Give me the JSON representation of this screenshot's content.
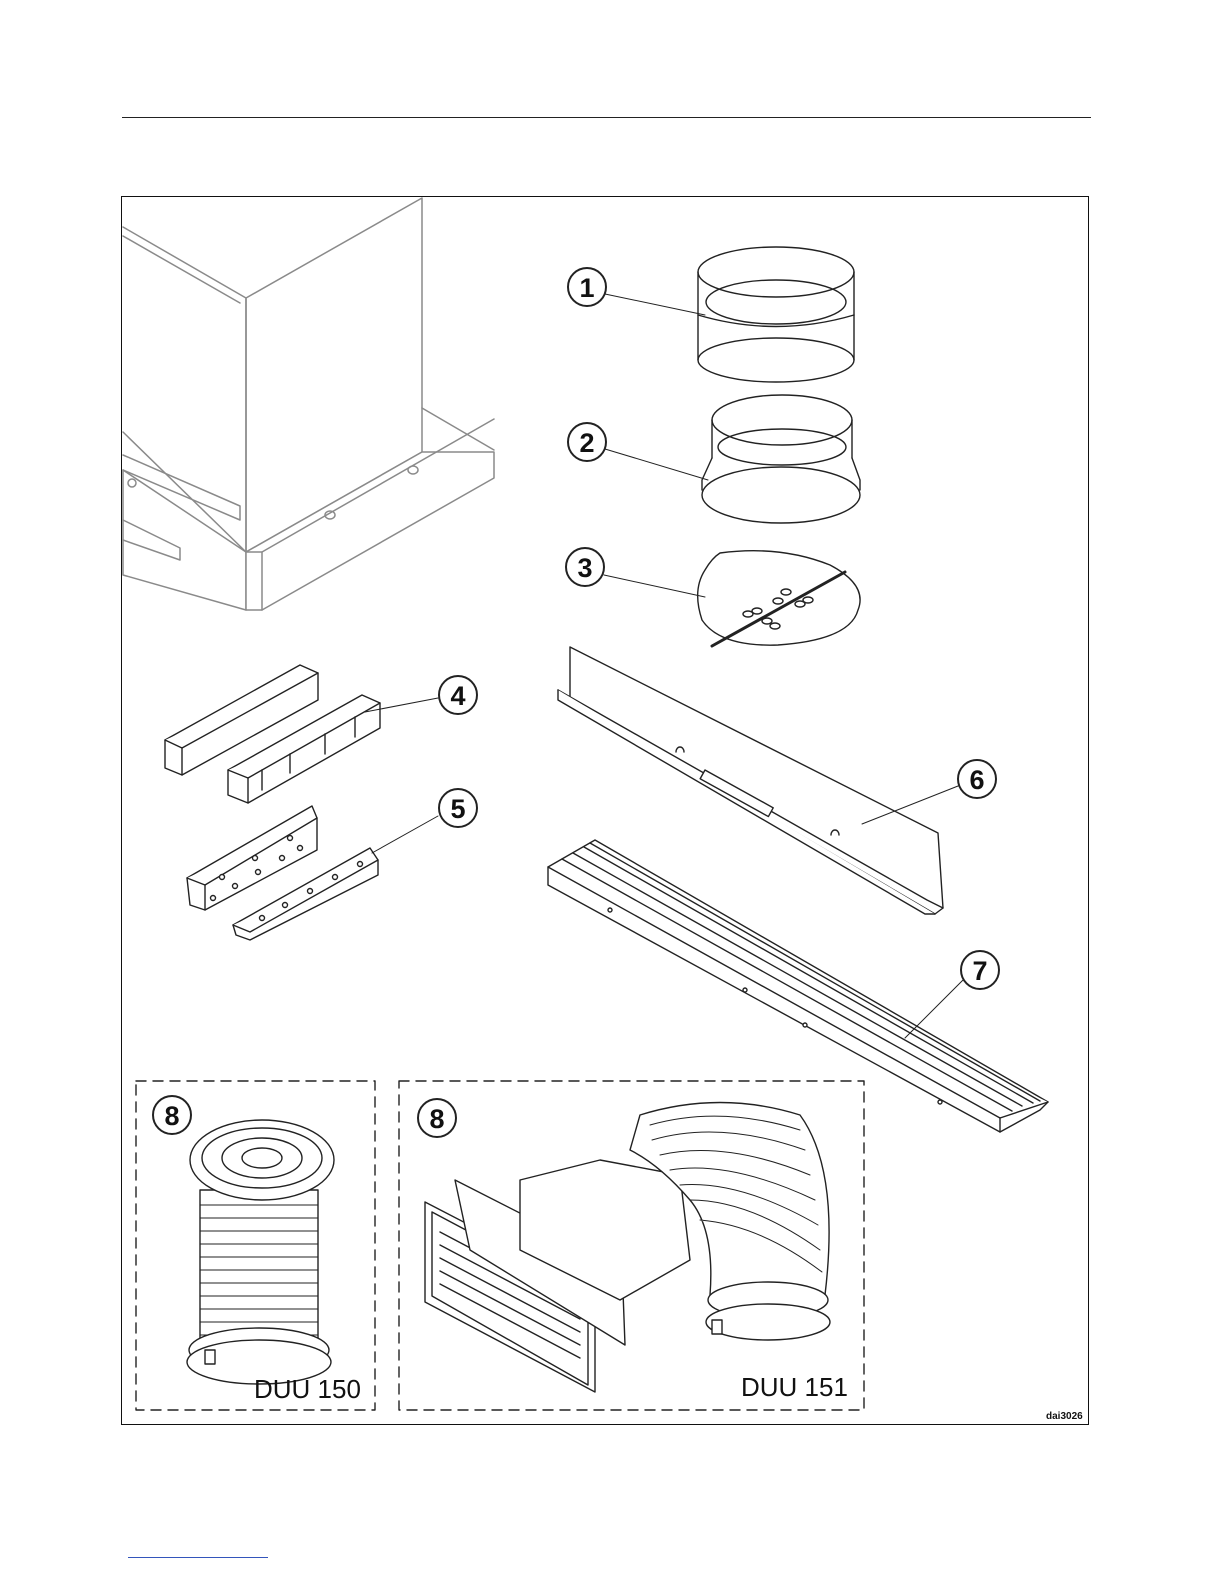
{
  "figure": {
    "callouts": [
      "1",
      "2",
      "3",
      "4",
      "5",
      "6",
      "7",
      "8",
      "8"
    ],
    "models": {
      "left_kit": "DUU 150",
      "right_kit": "DUU 151"
    },
    "image_code": "dai3026"
  }
}
